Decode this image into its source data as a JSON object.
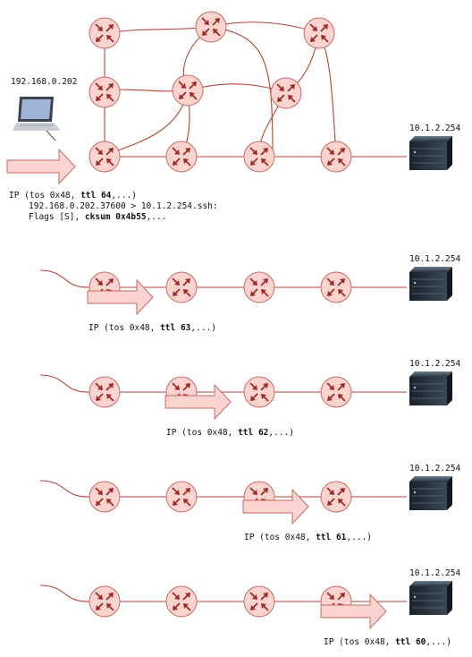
{
  "laptop": {
    "ip": "192.168.0.202"
  },
  "server": {
    "ip": "10.1.2.254"
  },
  "colors": {
    "router_fill": "#fbd4d0",
    "router_stroke": "#c56b63",
    "arrow": "#9e2a24",
    "wire": "#b5443c",
    "packet": "#fbd4d0"
  },
  "packet_top": {
    "prefix": "IP (tos 0x48, ",
    "ttl": "ttl 64",
    "suffix": ",...)",
    "line2": "192.168.0.202.37600 > 10.1.2.254.ssh:",
    "line3_prefix": "Flags [S], ",
    "cksum": "cksum 0x4b55",
    "line3_suffix": ",..."
  },
  "hops": [
    {
      "prefix": "IP (tos 0x48, ",
      "ttl": "ttl 63",
      "suffix": ",...)"
    },
    {
      "prefix": "IP (tos 0x48, ",
      "ttl": "ttl 62",
      "suffix": ",...)"
    },
    {
      "prefix": "IP (tos 0x48, ",
      "ttl": "ttl 61",
      "suffix": ",...)"
    },
    {
      "prefix": "IP (tos 0x48, ",
      "ttl": "ttl 60",
      "suffix": ",...)"
    }
  ]
}
